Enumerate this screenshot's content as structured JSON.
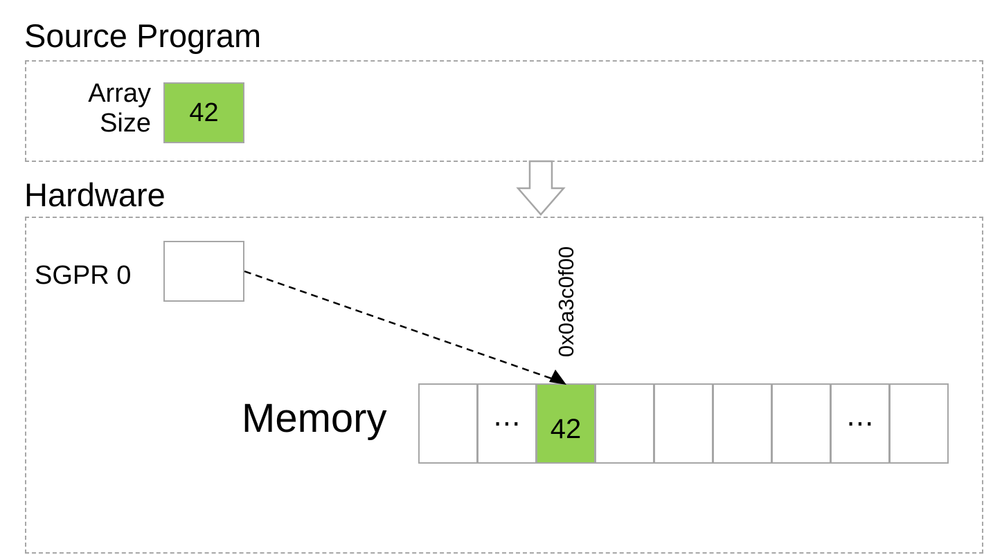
{
  "source_program": {
    "title": "Source Program",
    "array_size_label_line1": "Array",
    "array_size_label_line2": "Size",
    "array_size_value": "42"
  },
  "hardware": {
    "title": "Hardware",
    "sgpr_label": "SGPR 0",
    "sgpr_value": "",
    "address_label": "0x0a3c0f00",
    "memory_label": "Memory",
    "memory_cells": [
      "",
      "⋯",
      "42",
      "",
      "",
      "",
      "",
      "⋯",
      ""
    ],
    "highlighted_cell_index": 2
  },
  "colors": {
    "highlight": "#92d050",
    "border": "#a6a6a6"
  }
}
